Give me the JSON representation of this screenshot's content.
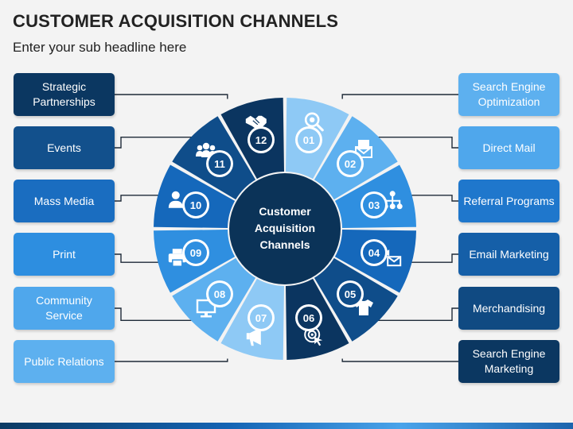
{
  "header": {
    "title": "CUSTOMER ACQUISITION CHANNELS",
    "subtitle": "Enter your sub headline here"
  },
  "center": {
    "label": "Customer Acquisition Channels"
  },
  "channels": [
    {
      "number": "01",
      "label": "Search Engine Optimization",
      "icon": "magnifier-gear-icon",
      "color": "#8ec9f5",
      "label_color": "#5db0ef"
    },
    {
      "number": "02",
      "label": "Direct Mail",
      "icon": "envelope-letter-icon",
      "color": "#5db0ef",
      "label_color": "#4fa7ec"
    },
    {
      "number": "03",
      "label": "Referral Programs",
      "icon": "network-icon",
      "color": "#2f8fe0",
      "label_color": "#1f77cc"
    },
    {
      "number": "04",
      "label": "Email Marketing",
      "icon": "megaphone-envelope-icon",
      "color": "#1568bb",
      "label_color": "#155fa8"
    },
    {
      "number": "05",
      "label": "Merchandising",
      "icon": "tshirt-icon",
      "color": "#0f4d8a",
      "label_color": "#104a82"
    },
    {
      "number": "06",
      "label": "Search Engine Marketing",
      "icon": "target-cursor-icon",
      "color": "#0b3560",
      "label_color": "#0b3761"
    },
    {
      "number": "07",
      "label": "Public Relations",
      "icon": "megaphone-icon",
      "color": "#8ec9f5",
      "label_color": "#5db0ef"
    },
    {
      "number": "08",
      "label": "Community Service",
      "icon": "monitor-icon",
      "color": "#5db0ef",
      "label_color": "#4fa7ec"
    },
    {
      "number": "09",
      "label": "Print",
      "icon": "printer-icon",
      "color": "#2f8fe0",
      "label_color": "#2d8ee0"
    },
    {
      "number": "10",
      "label": "Mass Media",
      "icon": "person-check-icon",
      "color": "#1568bb",
      "label_color": "#1a6dc0"
    },
    {
      "number": "11",
      "label": "Events",
      "icon": "group-icon",
      "color": "#0f4d8a",
      "label_color": "#12508c"
    },
    {
      "number": "12",
      "label": "Strategic Partnerships",
      "icon": "handshake-icon",
      "color": "#0b3560",
      "label_color": "#0b3761"
    }
  ],
  "colors": {
    "center_fill": "#0b3358",
    "badge_fill": "#ffffff",
    "connector": "#1e2a38"
  }
}
